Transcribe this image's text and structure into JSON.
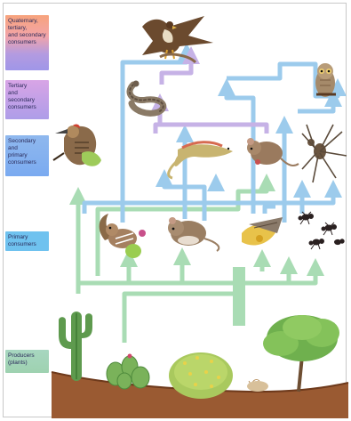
{
  "levels": {
    "quaternary": [
      "Quaternary,",
      "tertiary,",
      "and secondary",
      "consumers"
    ],
    "tertiary": [
      "Tertiary",
      "and",
      "secondary",
      "consumers"
    ],
    "secondary": [
      "Secondary",
      "and",
      "primary",
      "consumers"
    ],
    "primary": [
      "Primary",
      "consumers"
    ],
    "producers": [
      "Producers",
      "(plants)"
    ]
  },
  "colors": {
    "producer_arrow": "#a9dcb4",
    "consumer_arrow": "#9ccbec",
    "tertiary_arrow": "#c6b2e6",
    "ground": "#9a5a32"
  },
  "organisms": [
    "hawk-icon",
    "owl-icon",
    "snake-icon",
    "lizard-icon",
    "mouse-icon",
    "spider-icon",
    "woodpecker-icon",
    "squirrel-icon",
    "rat-icon",
    "moth-icon",
    "ant-icon",
    "cactus-icon",
    "prickly-pear-icon",
    "shrub-icon",
    "tree-icon"
  ]
}
